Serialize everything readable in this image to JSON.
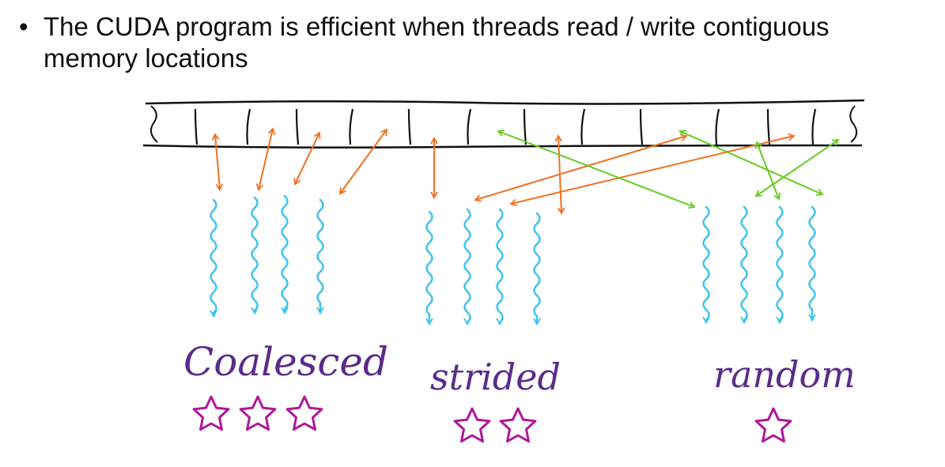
{
  "slide": {
    "bullet": "•",
    "text": "The CUDA program is efficient when threads read / write contiguous memory locations"
  },
  "patterns": [
    {
      "label": "Coalesced",
      "stars": 3
    },
    {
      "label": "strided",
      "stars": 2
    },
    {
      "label": "random",
      "stars": 1
    }
  ],
  "colors": {
    "memory": "#111111",
    "coalesced_arrows": "#f07020",
    "strided_arrows": "#f07020",
    "random_arrows": "#66cc22",
    "threads": "#3ec3ee",
    "labels": "#5a2c8a",
    "stars": "#b0179a"
  }
}
